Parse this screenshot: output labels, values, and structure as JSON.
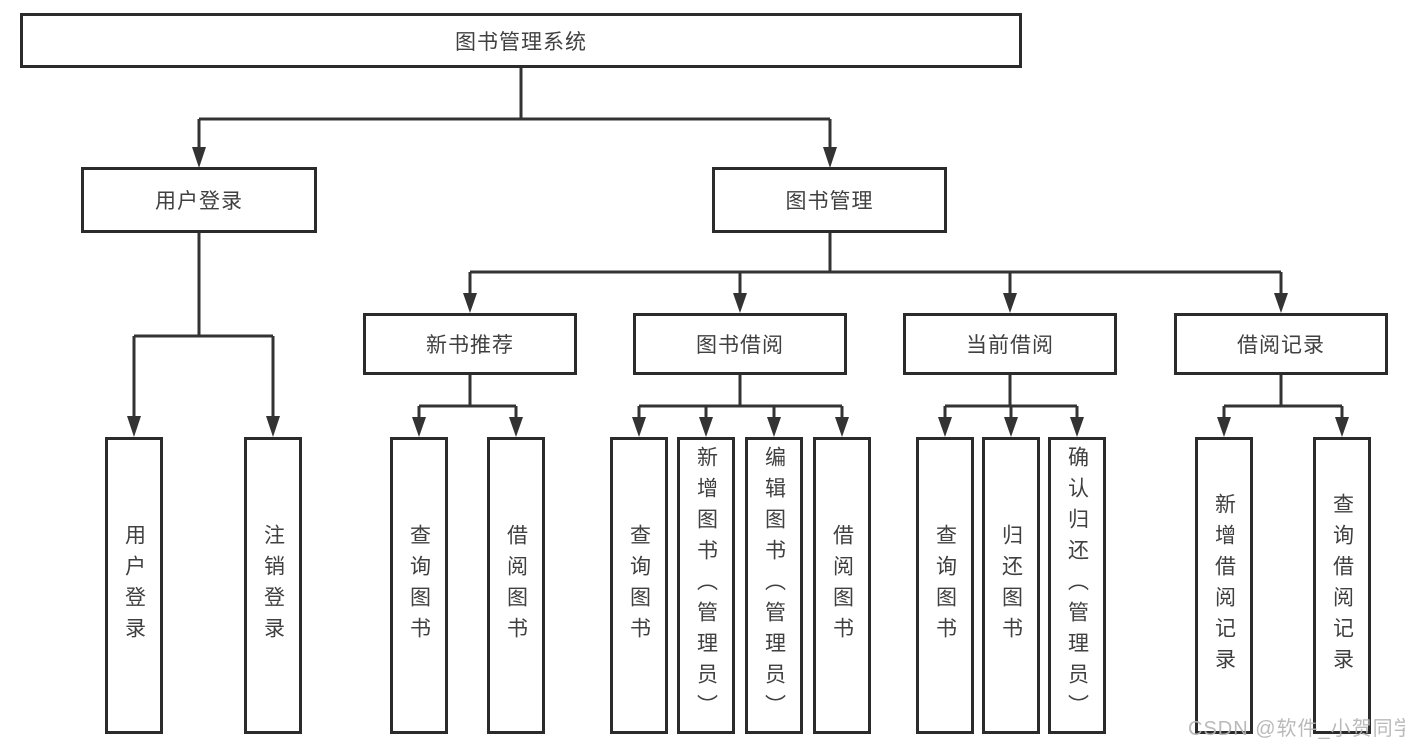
{
  "diagram": {
    "root": {
      "label": "图书管理系统"
    },
    "level2": [
      {
        "label": "用户登录"
      },
      {
        "label": "图书管理"
      }
    ],
    "level3": [
      {
        "label": "新书推荐"
      },
      {
        "label": "图书借阅"
      },
      {
        "label": "当前借阅"
      },
      {
        "label": "借阅记录"
      }
    ],
    "leaves": {
      "user_login": [
        {
          "label": "用户登录"
        },
        {
          "label": "注销登录"
        }
      ],
      "new_books": [
        {
          "label": "查询图书"
        },
        {
          "label": "借阅图书"
        }
      ],
      "book_borrow": [
        {
          "label": "查询图书"
        },
        {
          "label": "新增图书（管理员）"
        },
        {
          "label": "编辑图书（管理员）"
        },
        {
          "label": "借阅图书"
        }
      ],
      "current_borrow": [
        {
          "label": "查询图书"
        },
        {
          "label": "归还图书"
        },
        {
          "label": "确认归还（管理员）"
        }
      ],
      "borrow_records": [
        {
          "label": "新增借阅记录"
        },
        {
          "label": "查询借阅记录"
        }
      ]
    }
  },
  "watermark": {
    "text": "CSDN @软件_小贺同学"
  },
  "colors": {
    "line": "#333333",
    "border": "#2b2b2b",
    "text": "#404040",
    "watermark": "#b5b5b5",
    "background": "#ffffff"
  }
}
